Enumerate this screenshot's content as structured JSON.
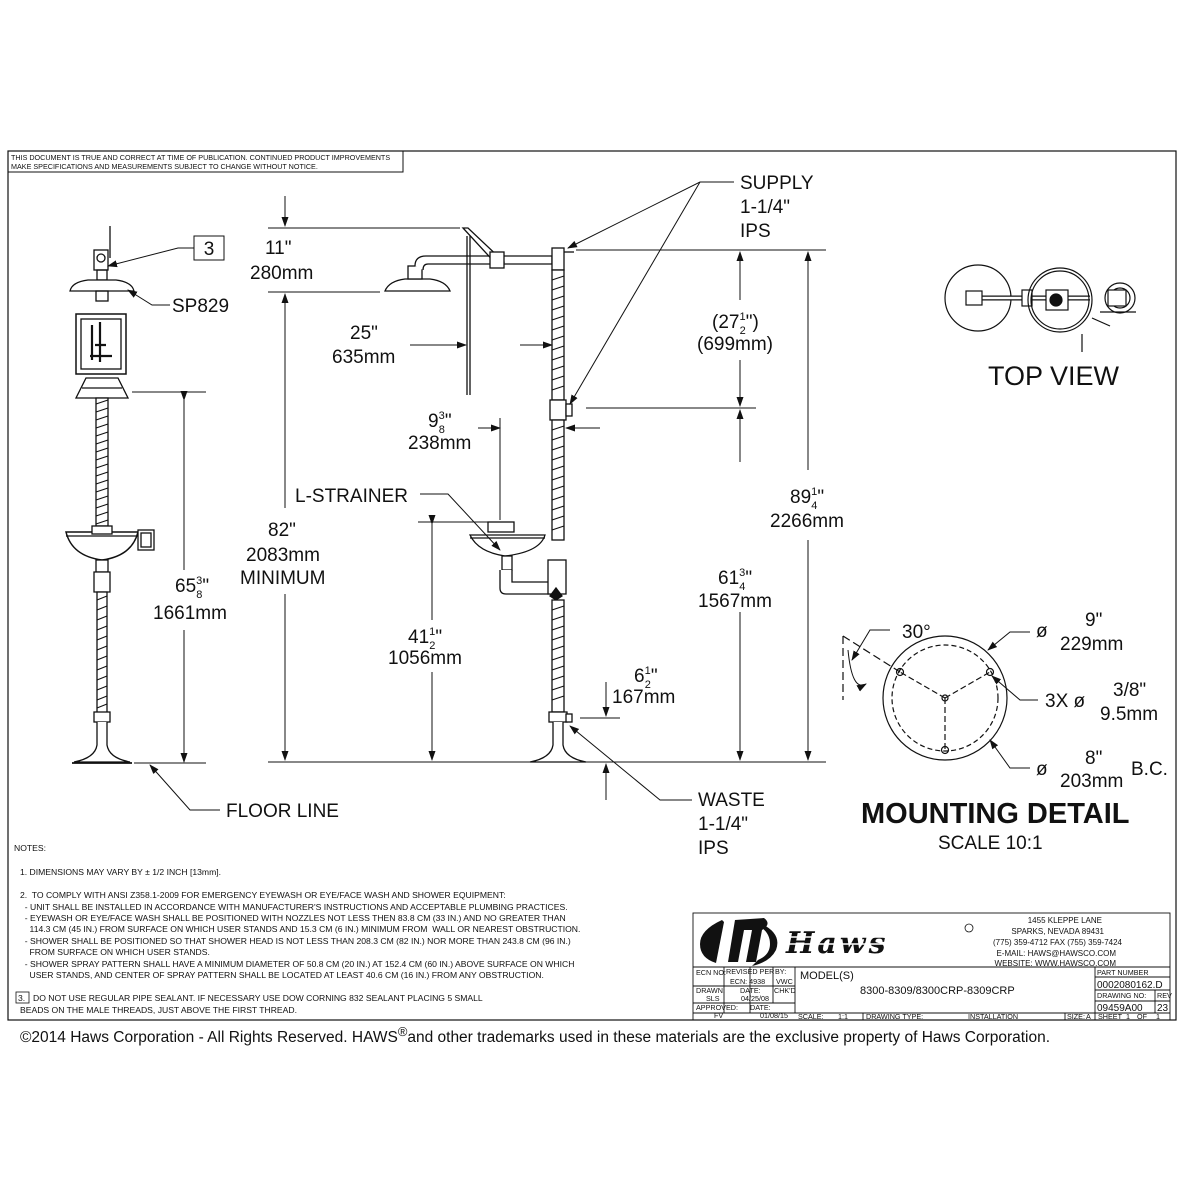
{
  "disclaimer": {
    "line1": "THIS DOCUMENT IS TRUE AND CORRECT AT TIME OF PUBLICATION. CONTINUED PRODUCT IMPROVEMENTS",
    "line2": "MAKE SPECIFICATIONS AND MEASUREMENTS SUBJECT TO CHANGE WITHOUT NOTICE."
  },
  "front_view": {
    "note_tag": "3",
    "showerhead_label": "SP829",
    "height_in": "65",
    "height_frac_num": "3",
    "height_frac_den": "8",
    "height_in_suffix": "\"",
    "height_mm": "1661mm",
    "floor_label": "FLOOR LINE"
  },
  "side_view": {
    "shower_drop_in": "11\"",
    "shower_drop_mm": "280mm",
    "arm_reach_in": "25\"",
    "arm_reach_mm": "635mm",
    "bowl_offset_in": "9",
    "bowl_offset_num": "3",
    "bowl_offset_den": "8",
    "bowl_offset_suffix": "\"",
    "bowl_offset_mm": "238mm",
    "strainer_label": "L-STRAINER",
    "min_height_in": "82\"",
    "min_height_mm": "2083mm",
    "min_height_word": "MINIMUM",
    "bowl_height_in": "41",
    "bowl_height_num": "1",
    "bowl_height_den": "2",
    "bowl_height_suffix": "\"",
    "bowl_height_mm": "1056mm",
    "waste_height_in": "6",
    "waste_height_num": "1",
    "waste_height_den": "2",
    "waste_height_suffix": "\"",
    "waste_height_mm": "167mm",
    "supply_label": "SUPPLY",
    "supply_size": "1-1/4\"",
    "supply_type": "IPS",
    "upper_gap_open": "(27",
    "upper_gap_num": "1",
    "upper_gap_den": "2",
    "upper_gap_close": "\")",
    "upper_gap_mm": "(699mm)",
    "supply_height_in": "61",
    "supply_height_num": "3",
    "supply_height_den": "4",
    "supply_height_suffix": "\"",
    "supply_height_mm": "1567mm",
    "total_height_in": "89",
    "total_height_num": "1",
    "total_height_den": "4",
    "total_height_suffix": "\"",
    "total_height_mm": "2266mm",
    "waste_label": "WASTE",
    "waste_size": "1-1/4\"",
    "waste_type": "IPS"
  },
  "top_view": {
    "label": "TOP VIEW"
  },
  "mounting_detail": {
    "angle": "30°",
    "dia_symbol": "ø",
    "outer_dia_in": "9\"",
    "outer_dia_mm": "229mm",
    "holes_prefix": "3X ø",
    "hole_dia_in": "3/8\"",
    "hole_dia_mm": "9.5mm",
    "bc_dia_in": "8\"",
    "bc_dia_mm": "203mm",
    "bc_label": "B.C.",
    "title": "MOUNTING DETAIL",
    "scale": "SCALE 10:1"
  },
  "notes": {
    "heading": "NOTES:",
    "n1": "1.   DIMENSIONS MAY VARY BY ± 1/2 INCH [13mm].",
    "n2_0": "2.  TO COMPLY WITH ANSI Z358.1-2009 FOR EMERGENCY EYEWASH OR EYE/FACE WASH AND SHOWER EQUIPMENT:",
    "n2_1": "  - UNIT SHALL BE INSTALLED IN ACCORDANCE WITH MANUFACTURER'S INSTRUCTIONS AND ACCEPTABLE PLUMBING PRACTICES.",
    "n2_2": "  - EYEWASH OR EYE/FACE WASH SHALL BE POSITIONED WITH NOZZLES NOT LESS THEN 83.8 CM (33 IN.) AND NO GREATER THAN",
    "n2_3": "    114.3 CM (45 IN.) FROM SURFACE ON WHICH USER STANDS AND 15.3 CM (6 IN.) MINIMUM FROM  WALL OR NEAREST OBSTRUCTION.",
    "n2_4": "  - SHOWER SHALL BE POSITIONED SO THAT SHOWER HEAD IS NOT LESS THAN 208.3 CM (82 IN.) NOR MORE THAN 243.8 CM (96 IN.)",
    "n2_5": "    FROM SURFACE ON WHICH USER STANDS.",
    "n2_6": "  - SHOWER SPRAY PATTERN SHALL HAVE A MINIMUM DIAMETER OF 50.8 CM (20 IN.) AT 152.4 CM (60 IN.) ABOVE SURFACE ON WHICH",
    "n2_7": "    USER STANDS, AND CENTER OF SPRAY PATTERN SHALL BE LOCATED AT LEAST 40.6 CM (16 IN.) FROM ANY OBSTRUCTION.",
    "n3_tag": "3.",
    "n3_1": "DO NOT USE REGULAR PIPE SEALANT.  IF NECESSARY USE DOW CORNING 832 SEALANT PLACING 5 SMALL",
    "n3_2": "BEADS ON THE MALE THREADS, JUST ABOVE THE FIRST THREAD."
  },
  "title_block": {
    "brand": "Haws",
    "address1": "1455 KLEPPE LANE",
    "address2": "SPARKS, NEVADA  89431",
    "phone": "(775) 359-4712  FAX (755) 359-7424",
    "email": "E-MAIL:  HAWS@HAWSCO.COM",
    "website": "WEBSITE: WWW.HAWSCO.COM",
    "ecn_no_label": "ECN NO:",
    "revised_label": "REVISED PER",
    "by_label": "BY:",
    "ecn_value": "ECN: 4938",
    "ecn_by": "VWC",
    "drawn_label": "DRAWN:",
    "drawn_by": "SLS",
    "date_label": "DATE:",
    "drawn_date": "04/25/08",
    "chkd_label": "CHK'D",
    "approved_label": "APPROVED:",
    "approved_by": "FV",
    "approved_date": "01/08/15",
    "models_label": "MODEL(S)",
    "models": "8300-8309/8300CRP-8309CRP",
    "part_number_label": "PART NUMBER",
    "part_number": "0002080162.D",
    "drawing_no_label": "DRAWING NO:",
    "drawing_no": "09459A00",
    "rev_label": "REV",
    "rev": "23",
    "scale_label": "SCALE:",
    "scale": "1:1",
    "drawing_type_label": "DRAWING TYPE:",
    "drawing_type": "INSTALLATION",
    "size_label": "SIZE:",
    "size": "A",
    "sheet_label": "SHEET",
    "sheet": "1",
    "of_label": "OF",
    "sheets": "1"
  },
  "copyright": {
    "part1": "©2014 Haws Corporation - All Rights Reserved.  HAWS",
    "reg": "®",
    "part2": "and other trademarks used in these materials are the exclusive property of Haws Corporation."
  }
}
